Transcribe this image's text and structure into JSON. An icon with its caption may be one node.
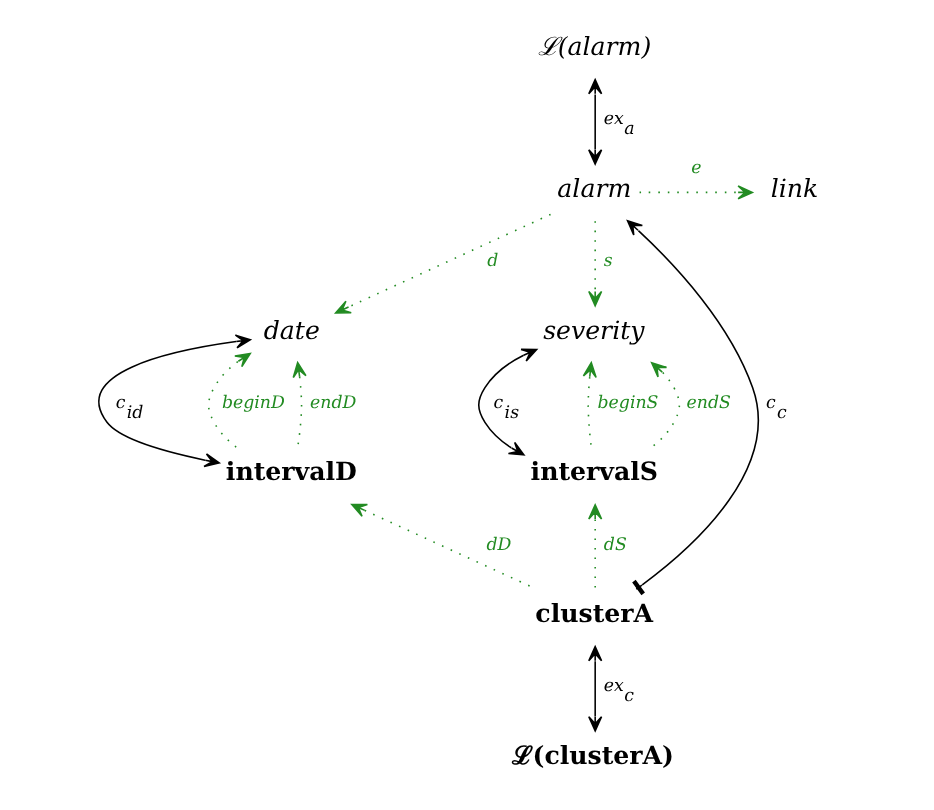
{
  "diagram": {
    "nodes": [
      {
        "text": [
          "ℒ(alarm)"
        ]
      },
      {
        "text": [
          "alarm"
        ]
      },
      {
        "text": [
          "link"
        ]
      },
      {
        "text": [
          "date"
        ]
      },
      {
        "text": [
          "severity"
        ]
      },
      {
        "text": [
          "intervalD"
        ]
      },
      {
        "text": [
          "intervalS"
        ]
      },
      {
        "text": [
          "clusterA"
        ]
      },
      {
        "text": [
          "ℒ(clusterA)"
        ]
      }
    ],
    "edges": [
      {
        "from": 0,
        "to": 1,
        "arrow": "both",
        "label": "ex$_{a}$",
        "color": "#000000"
      },
      {
        "from": 1,
        "to": 2,
        "arrow": "to",
        "label": "e",
        "style": "dashed",
        "color": "#228b22"
      },
      {
        "from": 1,
        "to": 3,
        "arrow": "to",
        "label": "d",
        "style": "dashed",
        "color": "#228b22"
      },
      {
        "from": 1,
        "to": 4,
        "arrow": "to",
        "label": "s",
        "style": "dashed",
        "color": "#228b22"
      },
      {
        "from": 5,
        "to": 3,
        "arrow": "both",
        "label": "c$_{id}$",
        "color": "#000000"
      },
      {
        "from": 5,
        "to": 3,
        "arrow": "to",
        "label": "beginD",
        "style": "dashed",
        "color": "#228b22"
      },
      {
        "from": 5,
        "to": 3,
        "arrow": "to",
        "label": "endD",
        "style": "dashed",
        "color": "#228b22"
      },
      {
        "from": 6,
        "to": 4,
        "arrow": "both",
        "label": "c$_{is}$",
        "color": "#000000"
      },
      {
        "from": 6,
        "to": 4,
        "arrow": "to",
        "label": "beginS",
        "style": "dashed",
        "color": "#228b22"
      },
      {
        "from": 6,
        "to": 4,
        "arrow": "to",
        "label": "endS",
        "style": "dashed",
        "color": "#228b22"
      },
      {
        "from": 7,
        "to": 1,
        "arrow": "to",
        "label": "c$_{c}$",
        "color": "#000000"
      },
      {
        "from": 7,
        "to": 5,
        "arrow": "to",
        "label": "dD",
        "style": "dashed",
        "color": "#228b22"
      },
      {
        "from": 7,
        "to": 6,
        "arrow": "to",
        "label": "dS",
        "style": "dashed",
        "color": "#228b22"
      },
      {
        "from": 8,
        "to": 7,
        "arrow": "both",
        "label": "ex$_{c}$",
        "color": "#000000"
      }
    ]
  }
}
